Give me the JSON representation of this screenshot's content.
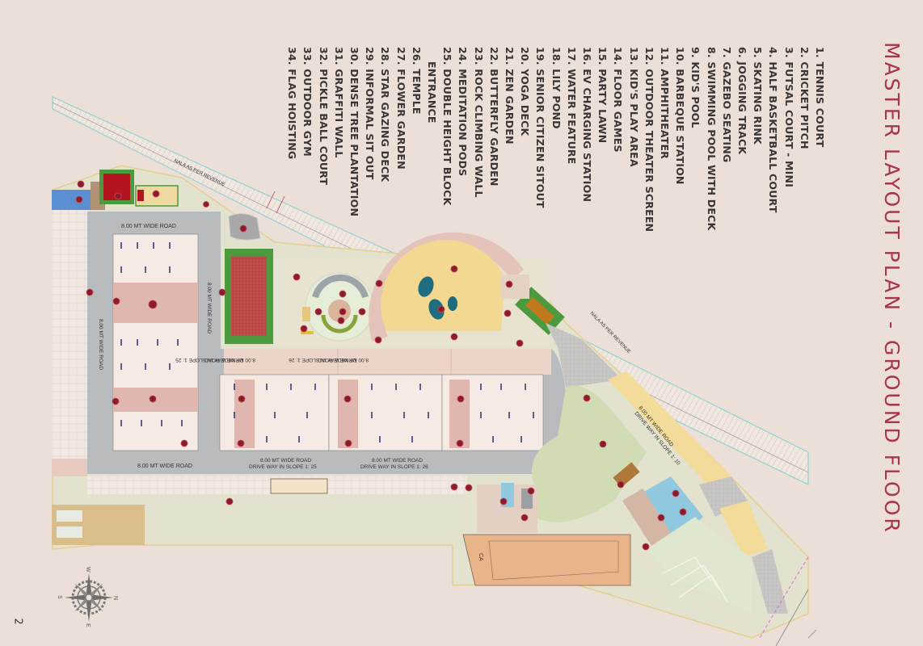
{
  "page": {
    "title": "MASTER LAYOUT PLAN - GROUND FLOOR",
    "page_number": "2",
    "accent_color": "#a8354a",
    "background_color": "#ecdfd8"
  },
  "legend": {
    "items": [
      "1. TENNIS COURT",
      "2. CRICKET PITCH",
      "3. FUTSAL COURT - MINI",
      "4. HALF BASKETBALL COURT",
      "5. SKATING RINK",
      "6. JOGGING TRACK",
      "7. GAZEBO SEATING",
      "8. SWIMMING POOL WITH DECK",
      "9. KID'S POOL",
      "10. BARBEQUE STATION",
      "11. AMPHITHEATER",
      "12. OUTDOOR THEATER SCREEN",
      "13. KID'S PLAY AREA",
      "14. FLOOR GAMES",
      "15. PARTY LAWN",
      "16. EV CHARGING STATION",
      "17. WATER FEATURE",
      "18. LILY POND",
      "19. SENIOR CITIZEN SITOUT",
      "20. YOGA DECK",
      "21. ZEN GARDEN",
      "22. BUTTERFLY GARDEN",
      "23. ROCK CLIMBING WALL",
      "24. MEDITATION PODS",
      "25. DOUBLE HEIGHT BLOCK",
      "ENTRANCE",
      "26. TEMPLE",
      "27. FLOWER GARDEN",
      "28. STAR GAZING DECK",
      "29. INFORMAL SIT OUT",
      "30. DENSE TREE PLANTATION",
      "31. GRAFFITI WALL",
      "32. PICKLE BALL COURT",
      "33. OUTDOOR GYM",
      "34. FLAG HOISTING"
    ]
  },
  "plan_labels": {
    "nala_top": "NALA AS PER REVENUE",
    "nala_right": "NALA AS PER REVENUE",
    "road_top": "8.00 MT WIDE ROAD",
    "road_left": "8.00 MT WIDE ROAD",
    "road_inner": "8.00 MT WIDE ROAD",
    "road_bottom_1": "8.00 MT WIDE ROAD",
    "road_bottom_2_line1": "8.00 MT WIDE ROAD",
    "road_bottom_2_line2": "DRIVE WAY IN SLOPE 1: 25",
    "road_bottom_3_line1": "8.00 MT WIDE ROAD",
    "road_bottom_3_line2": "DRIVE WAY IN SLOPE 1: 26",
    "ramp_mid_1_line1": "8.00 MT WIDE ROAD",
    "ramp_mid_1_line2": "DRIVE WAY IN SLOPE 1: 25",
    "ramp_mid_2_line1": "8.00 MT WIDE ROAD",
    "ramp_mid_2_line2": "DRIVE WAY IN SLOPE 1: 26",
    "ramp_right_line1": "8.00 MT WIDE ROAD",
    "ramp_right_line2": "DRIVE WAY IN SLOPE 1: 10",
    "ca_label": "CA"
  },
  "compass": {
    "north": "N",
    "south": "S",
    "east": "E",
    "west": "W"
  },
  "colors": {
    "road": "#b9bcbf",
    "building": "#f5ebe4",
    "lawn": "#d6dcc0",
    "court_green": "#5a9a48",
    "court_red": "#b8393c",
    "pool": "#8fc8df",
    "marker": "#8e1b2c",
    "nala_border": "#8fd3d0",
    "sand": "#f3dc9a"
  }
}
